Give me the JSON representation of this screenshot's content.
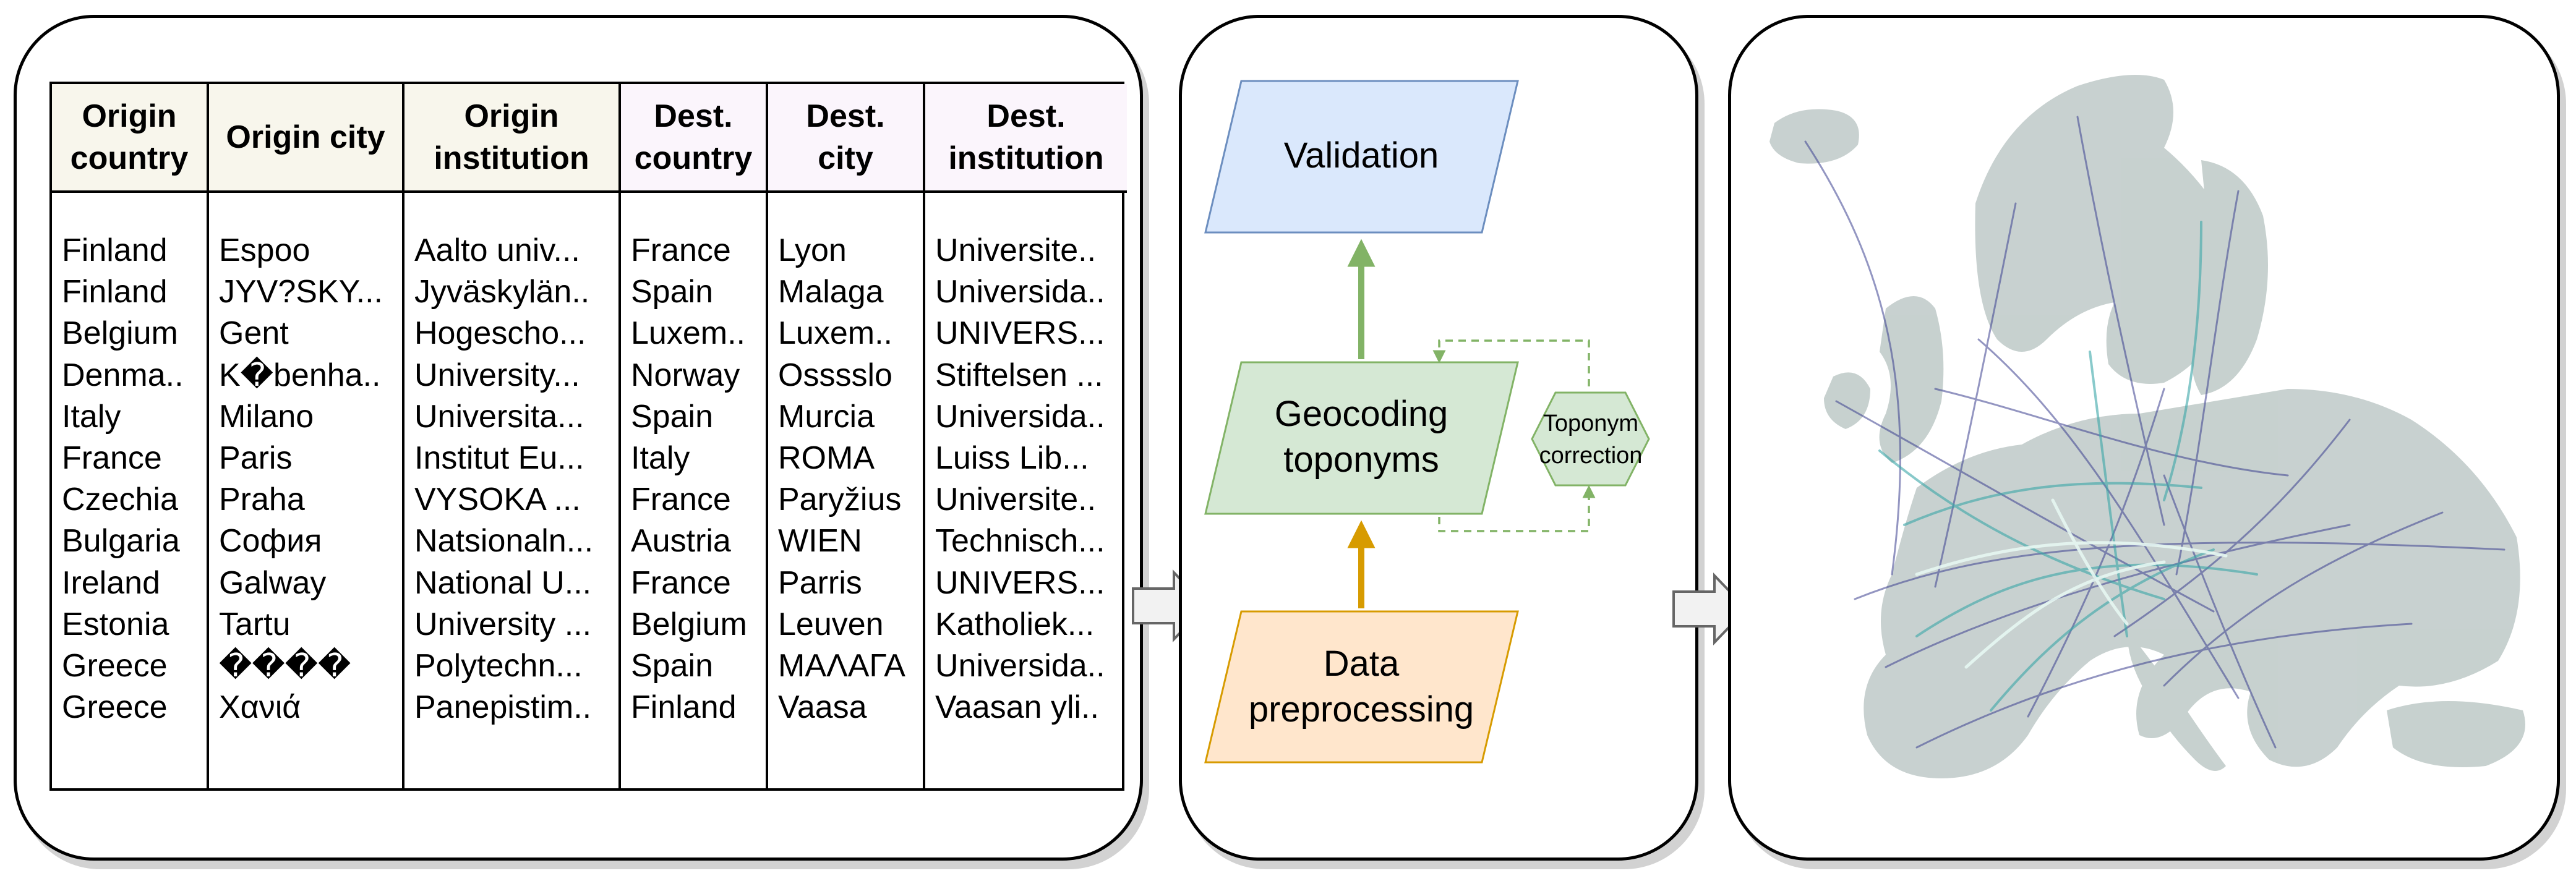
{
  "table": {
    "columns": [
      {
        "header": "Origin\ncountry",
        "group": "origin",
        "cells": [
          "Finland",
          "Finland",
          "Belgium",
          "Denma..",
          "Italy",
          "France",
          "Czechia",
          "Bulgaria",
          "Ireland",
          "Estonia",
          "Greece",
          "Greece"
        ]
      },
      {
        "header": "Origin city",
        "group": "origin",
        "cells": [
          "Espoo",
          "JYV?SKY...",
          "Gent",
          "K�benha..",
          "Milano",
          "Paris",
          "Praha",
          "София",
          "Galway",
          "Tartu",
          "����",
          "Χανιά"
        ]
      },
      {
        "header": "Origin\ninstitution",
        "group": "origin",
        "cells": [
          "Aalto univ...",
          "Jyväskylän..",
          "Hogescho...",
          "University...",
          "Universita...",
          "Institut Eu...",
          "VYSOKA ...",
          "Natsionaln...",
          "National U...",
          "University ...",
          "Polytechn...",
          "Panepistim.."
        ]
      },
      {
        "header": "Dest.\ncountry",
        "group": "dest",
        "cells": [
          "France",
          "Spain",
          "Luxem..",
          "Norway",
          "Spain",
          "Italy",
          "France",
          "Austria",
          "France",
          "Belgium",
          "Spain",
          "Finland"
        ]
      },
      {
        "header": "Dest.\ncity",
        "group": "dest",
        "cells": [
          "Lyon",
          "Malaga",
          "Luxem..",
          "Osssslo",
          "Murcia",
          "ROMA",
          "Paryžius",
          "WIEN",
          "Parris",
          "Leuven",
          "ΜΑΛΑΓΑ",
          "Vaasa"
        ]
      },
      {
        "header": "Dest.\ninstitution",
        "group": "dest",
        "cells": [
          "Universite..",
          "Universida..",
          "UNIVERS...",
          "Stiftelsen ...",
          "Universida..",
          "Luiss Lib...",
          "Universite..",
          "Technisch...",
          "UNIVERS...",
          "Katholiek...",
          "Universida..",
          "Vaasan yli.."
        ]
      }
    ]
  },
  "flow": {
    "validation": "Validation",
    "geocoding": "Geocoding\ntoponyms",
    "correction": "Toponym\ncorrection",
    "preprocessing": "Data\npreprocessing"
  },
  "colors": {
    "validation_fill": "#dae8fc",
    "validation_stroke": "#6c8ebf",
    "geocoding_fill": "#d5e8d4",
    "geocoding_stroke": "#82b366",
    "preprocess_fill": "#ffe6cc",
    "preprocess_stroke": "#d79b00",
    "arrow_green": "#82b366",
    "arrow_orange": "#d79b00",
    "map_land": "#c5cfcd",
    "flow_dark": "#3b3f8f",
    "flow_teal": "#3aa6a8",
    "flow_light": "#e6f7f2"
  },
  "icons": [
    "block-arrow-right-icon",
    "block-arrow-right-icon"
  ]
}
